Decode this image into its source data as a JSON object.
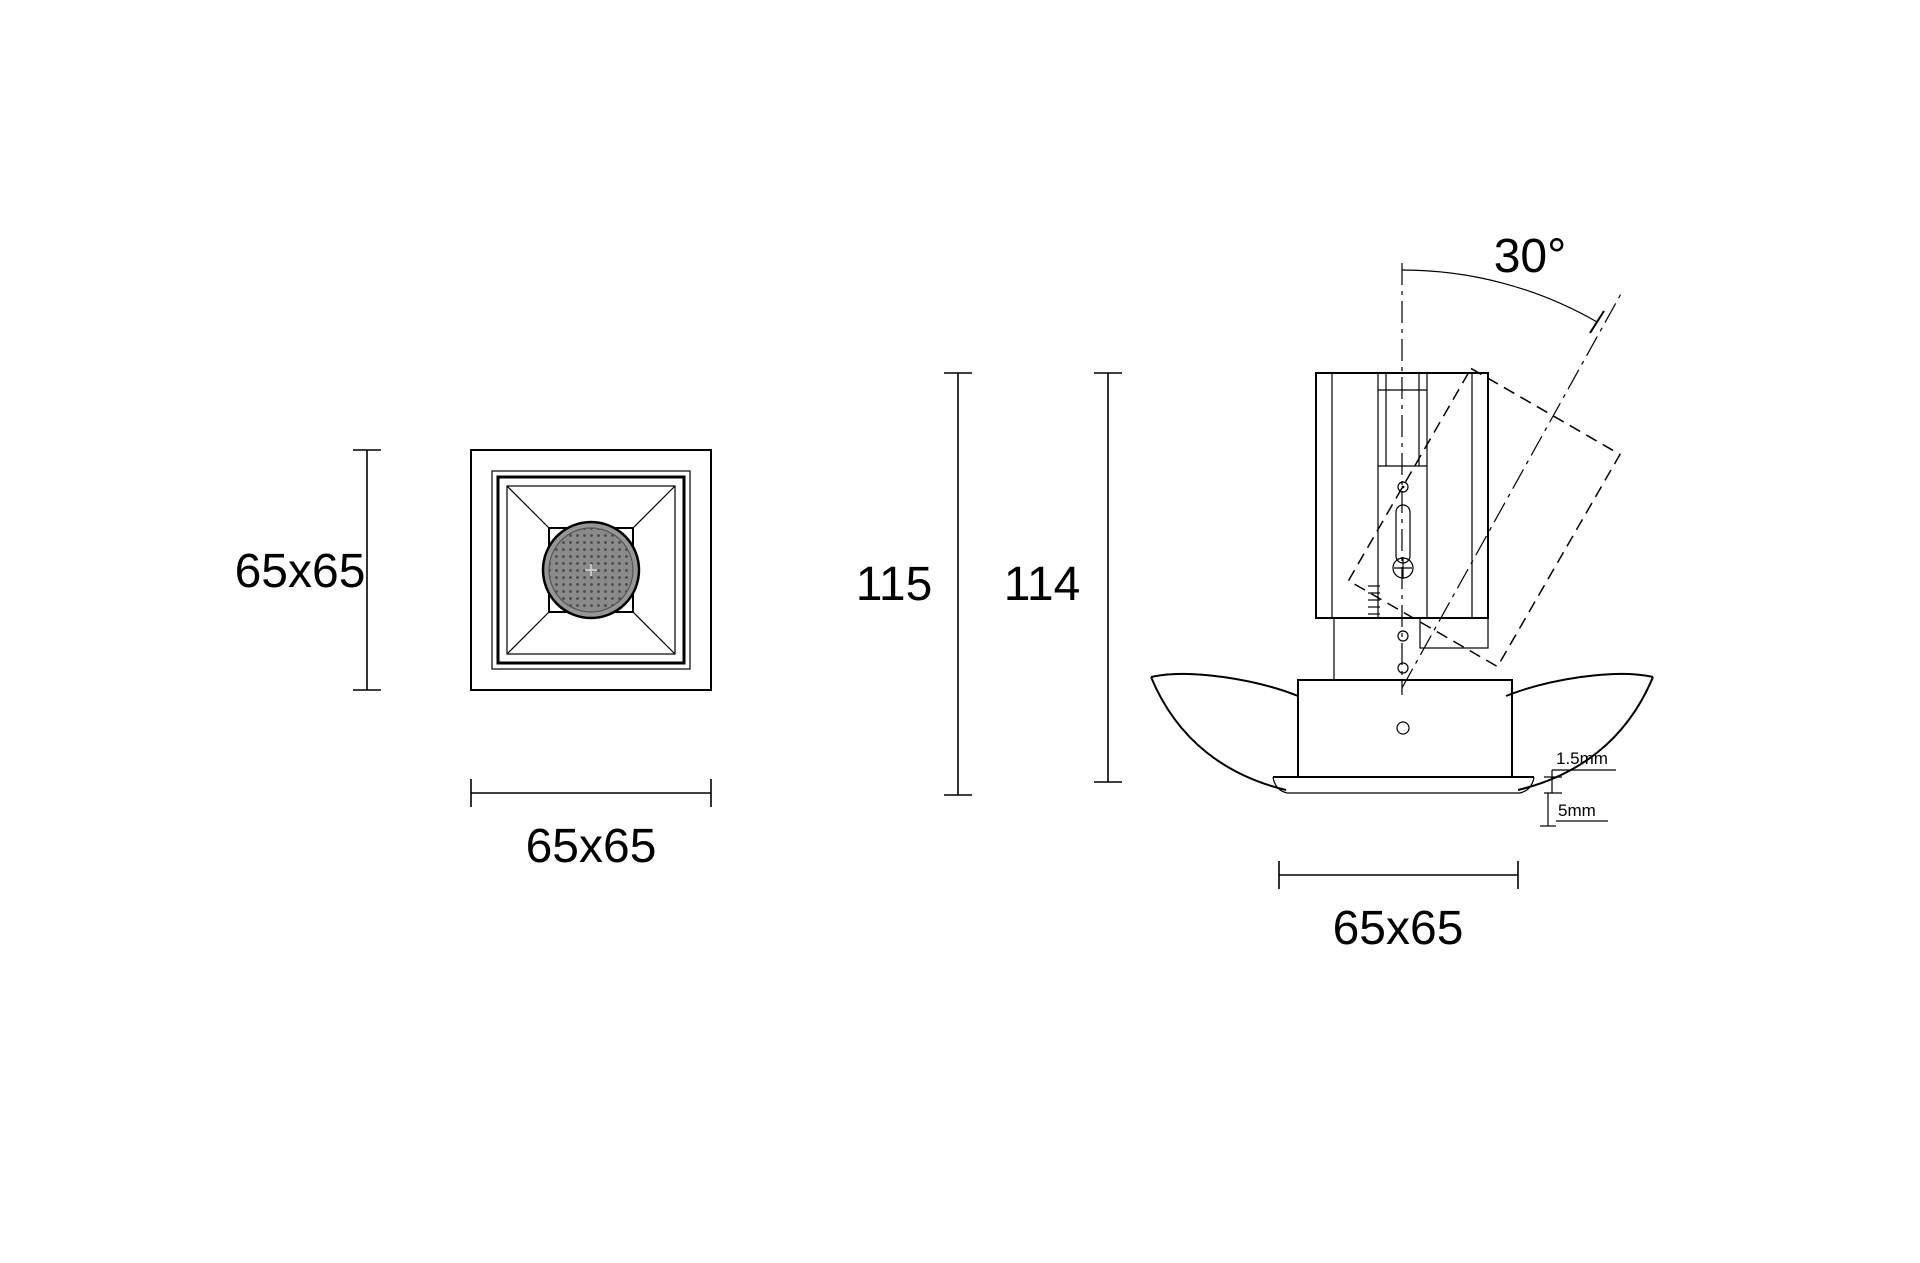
{
  "drawing": {
    "front_view": {
      "face_height_label": "65x65",
      "face_width_label": "65x65"
    },
    "side_view": {
      "tilt_angle_label": "30°",
      "overall_height_label": "115",
      "body_height_label": "114",
      "cutout_width_label": "65x65",
      "rim_thickness_label": "1.5mm",
      "rim_depth_label": "5mm"
    },
    "colors": {
      "line": "#000000",
      "background": "#ffffff",
      "lens_gray": "#8f8f8f"
    }
  }
}
